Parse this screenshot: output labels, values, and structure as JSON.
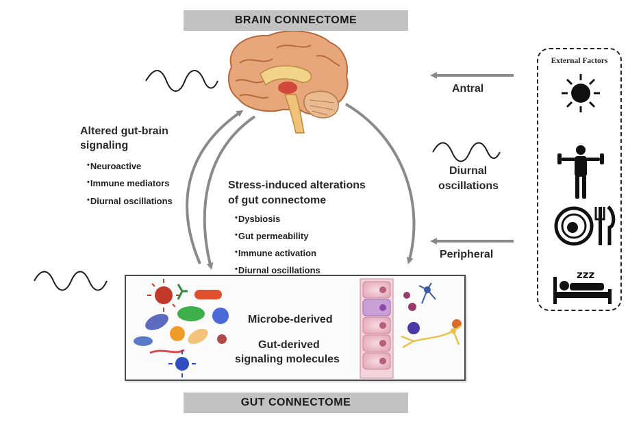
{
  "banners": {
    "top": "BRAIN CONNECTOME",
    "bottom": "GUT CONNECTOME"
  },
  "left_block": {
    "title_line1": "Altered gut-brain",
    "title_line2": "signaling",
    "bullets": [
      "Neuroactive",
      "Immune mediators",
      "Diurnal oscillations"
    ]
  },
  "center_block": {
    "title_line1": "Stress-induced alterations",
    "title_line2": "of gut connectome",
    "bullets": [
      "Dysbiosis",
      "Gut permeability",
      "Immune activation",
      "Diurnal oscillations"
    ]
  },
  "right_labels": {
    "antral": "Antral",
    "diurnal_line1": "Diurnal",
    "diurnal_line2": "oscillations",
    "peripheral": "Peripheral"
  },
  "external_factors": {
    "title": "External Factors",
    "icons": [
      "sun-icon",
      "exercise-icon",
      "meal-icon",
      "sleep-icon"
    ]
  },
  "gut_panel": {
    "microbe_label": "Microbe-derived",
    "gut_line1": "Gut-derived",
    "gut_line2": "signaling molecules"
  },
  "sleep_text": "zzz"
}
